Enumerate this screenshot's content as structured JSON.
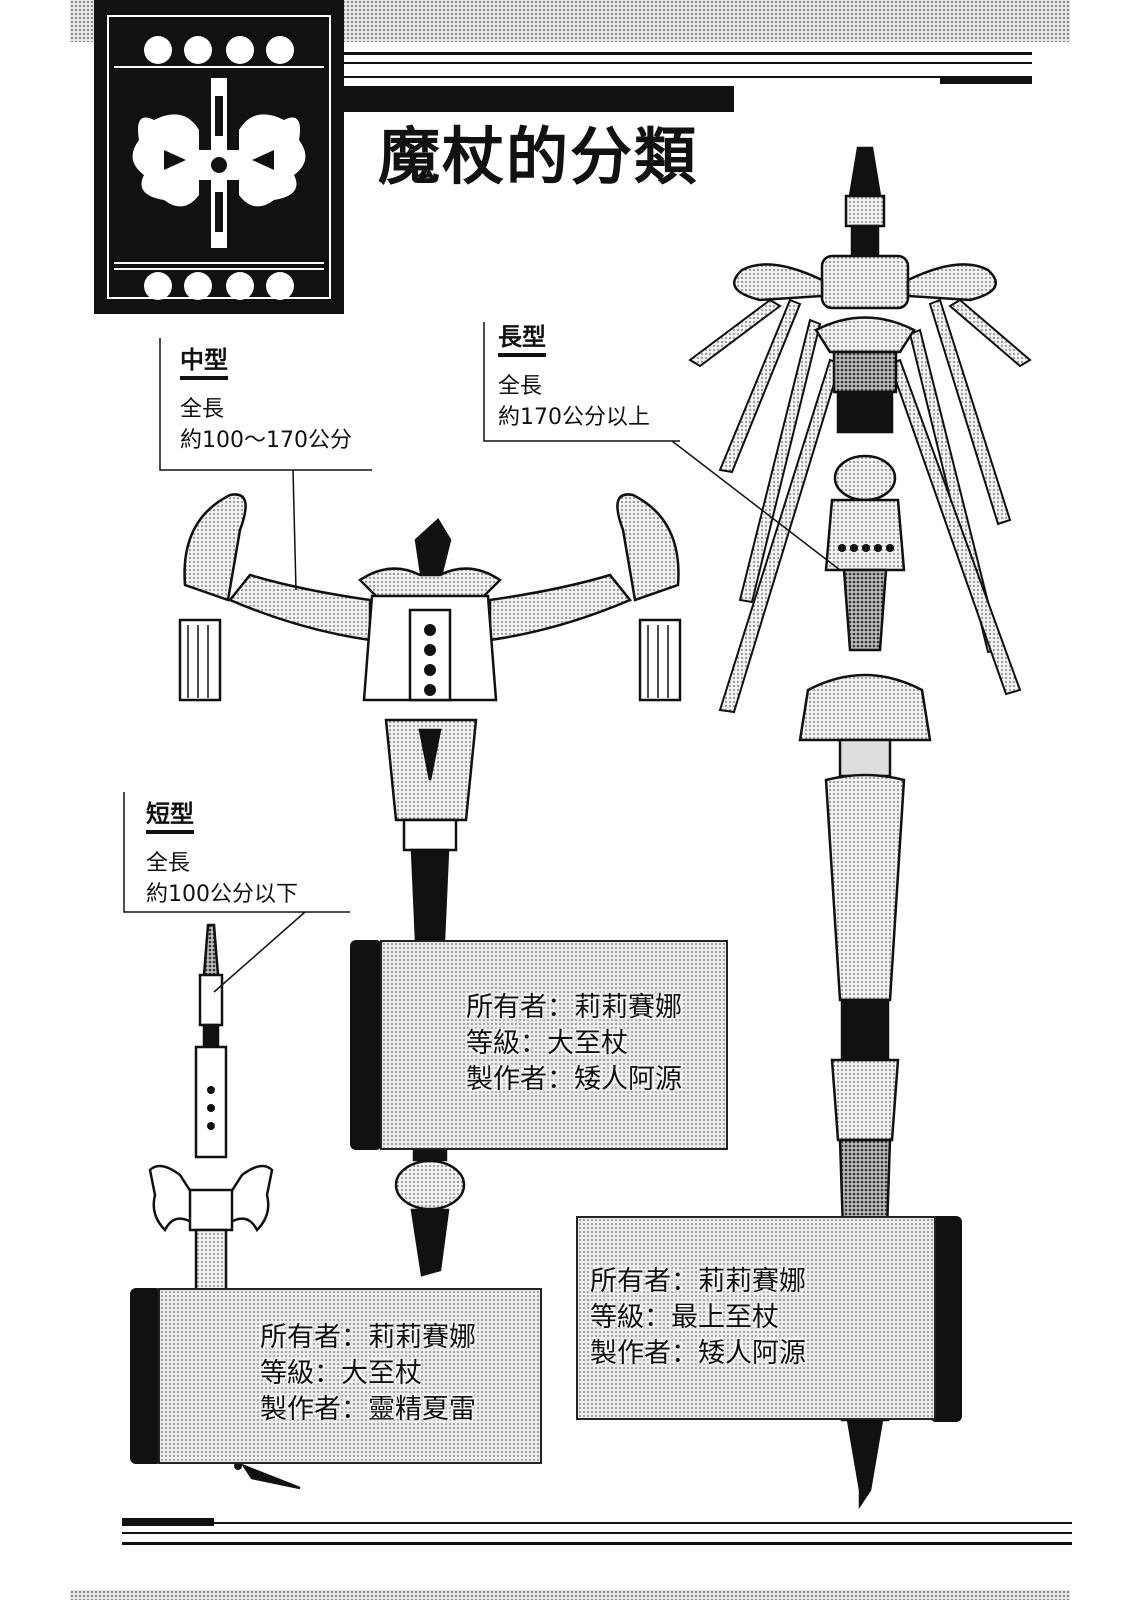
{
  "title": "魔杖的分類",
  "types": {
    "medium": {
      "name": "中型",
      "length_label": "全長",
      "length_value": "約100～170公分"
    },
    "long": {
      "name": "長型",
      "length_label": "全長",
      "length_value": "約170公分以上"
    },
    "short": {
      "name": "短型",
      "length_label": "全長",
      "length_value": "約100公分以下"
    }
  },
  "cards": {
    "medium": {
      "owner": "所有者：莉莉賽娜",
      "grade": "等級：大至杖",
      "maker": "製作者：矮人阿源"
    },
    "long": {
      "owner": "所有者：莉莉賽娜",
      "grade": "等級：最上至杖",
      "maker": "製作者：矮人阿源"
    },
    "short": {
      "owner": "所有者：莉莉賽娜",
      "grade": "等級：大至杖",
      "maker": "製作者：靈精夏雷"
    }
  }
}
